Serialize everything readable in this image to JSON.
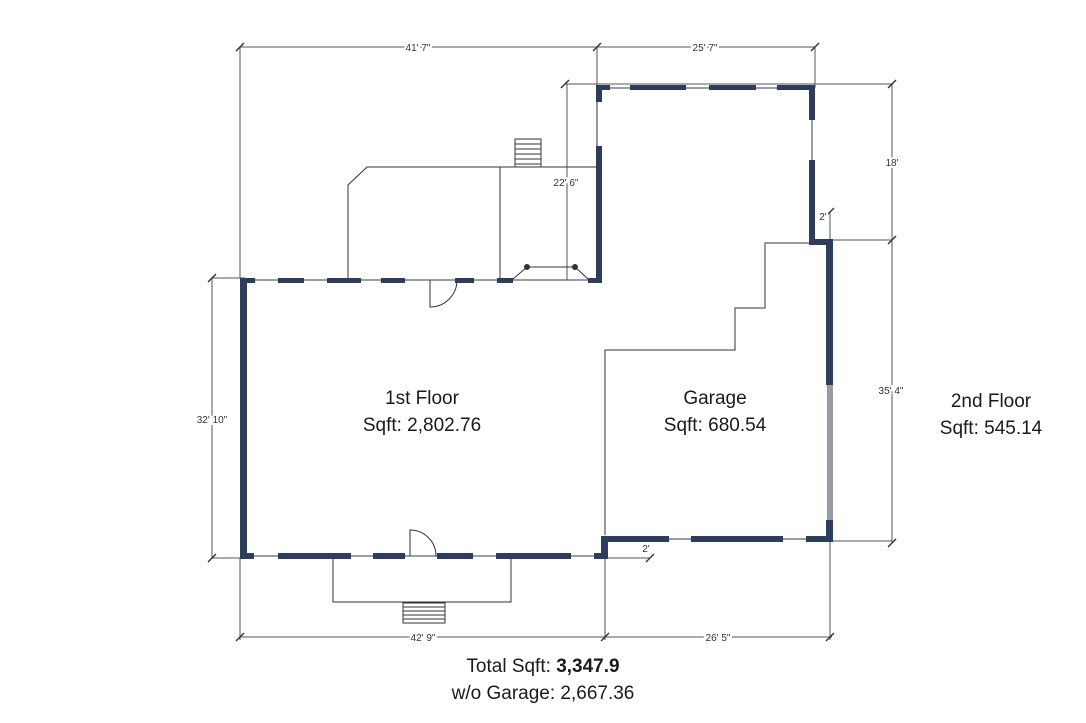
{
  "dimensions": {
    "top_left": "41' 7\"",
    "top_right": "25' 7\"",
    "left": "32' 10\"",
    "porch_depth": "22' 6\"",
    "right_upper": "18'",
    "right_lower": "35' 4\"",
    "small_top": "2'",
    "small_bottom": "2'",
    "bottom_left": "42' 9\"",
    "bottom_right": "26' 5\""
  },
  "rooms": {
    "first_floor": {
      "name": "1st Floor",
      "sqft": "Sqft: 2,802.76"
    },
    "garage": {
      "name": "Garage",
      "sqft": "Sqft: 680.54"
    },
    "second_floor": {
      "name": "2nd Floor",
      "sqft": "Sqft: 545.14"
    }
  },
  "totals": {
    "total_prefix": "Total Sqft: ",
    "total_value": "3,347.9",
    "without_garage": "w/o Garage: 2,667.36"
  },
  "colors": {
    "wall": "#2f3d5c",
    "line": "#333333"
  }
}
